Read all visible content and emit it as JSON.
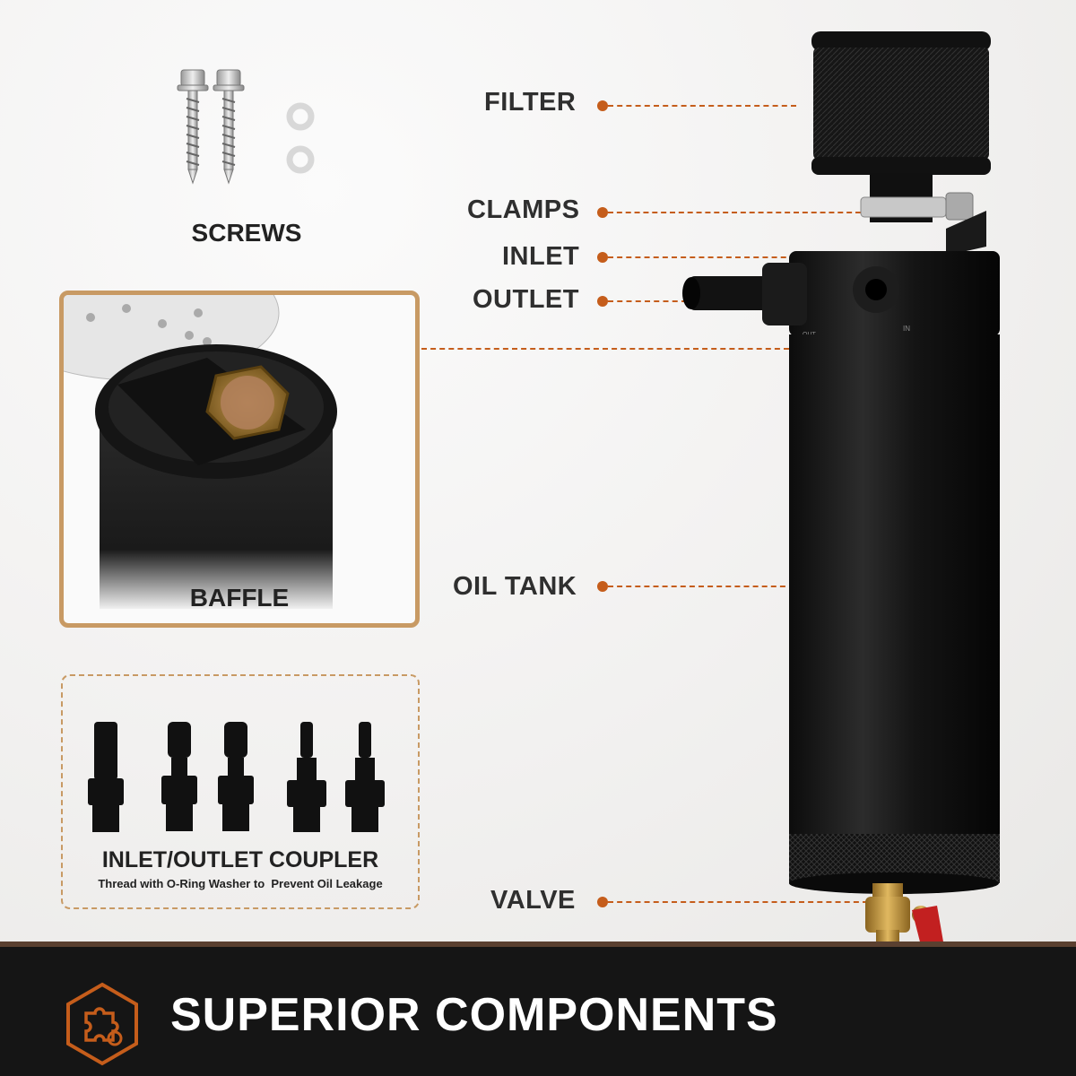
{
  "labels": {
    "filter": "FILTER",
    "clamps": "CLAMPS",
    "inlet": "INLET",
    "outlet": "OUTLET",
    "oil_tank": "OIL TANK",
    "valve": "VALVE"
  },
  "screws": {
    "label": "SCREWS"
  },
  "baffle": {
    "label": "BAFFLE"
  },
  "coupler": {
    "title": "INLET/OUTLET COUPLER",
    "subtitle": "Thread with O-Ring Washer to  Prevent Oil Leakage"
  },
  "tank_markings": {
    "in": "IN",
    "out": "OUT"
  },
  "banner": {
    "title": "SUPERIOR COMPONENTS",
    "icon": "puzzle-gear-icon"
  },
  "colors": {
    "accent": "#c55d1b",
    "frame": "#c89a64",
    "banner_bg": "#151515"
  }
}
